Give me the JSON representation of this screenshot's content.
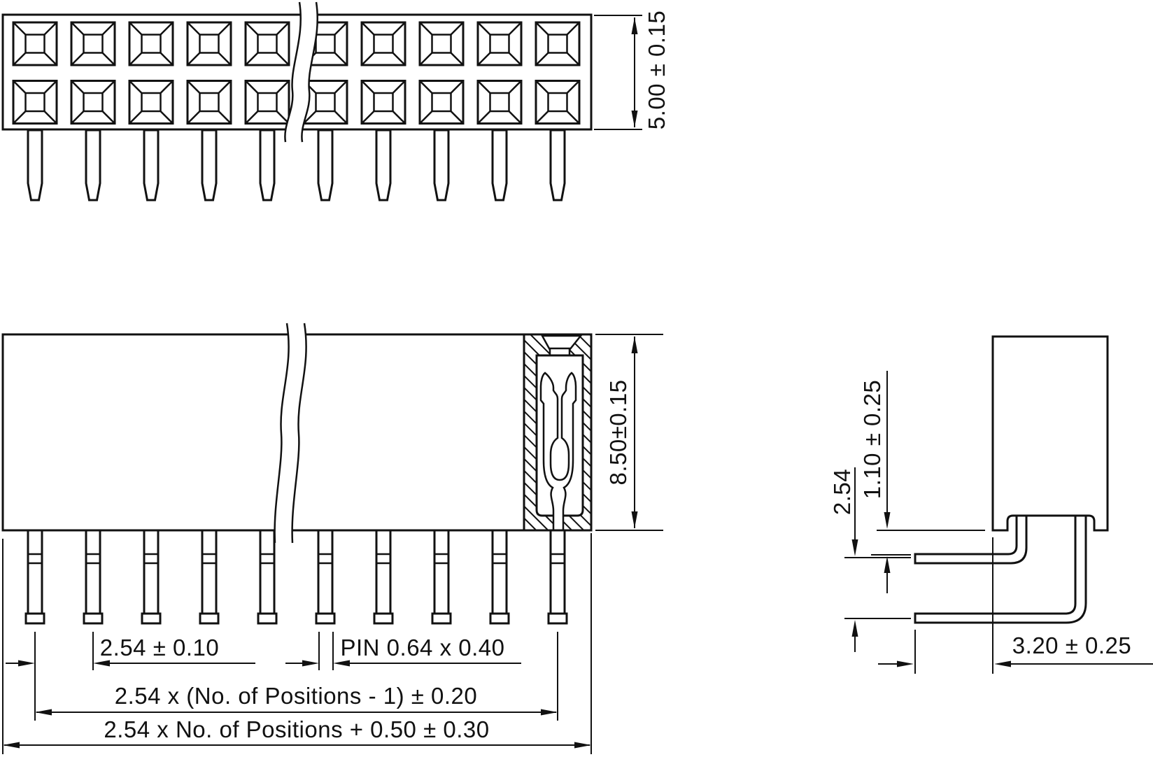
{
  "drawing": {
    "type": "connector technical drawing, dual-row right-angle female pin header",
    "views": [
      "top-view",
      "front-view-with-section",
      "side-view"
    ],
    "labels": {
      "top_view_height": "5.00 ± 0.15",
      "front_view_height": "8.50±0.15",
      "pin_pitch": "2.54 ± 0.10",
      "pin_size": "PIN 0.64 x 0.40",
      "positions_span": "2.54 x (No. of Positions - 1) ± 0.20",
      "overall_length": "2.54 x No. of Positions + 0.50 ± 0.30",
      "row_pitch": "2.54",
      "pin_offset": "1.10 ± 0.25",
      "pin_protrusion": "3.20 ± 0.25"
    },
    "positions_shown": 10,
    "rows": 2,
    "colors": {
      "line": "#111111",
      "background": "#ffffff"
    }
  }
}
